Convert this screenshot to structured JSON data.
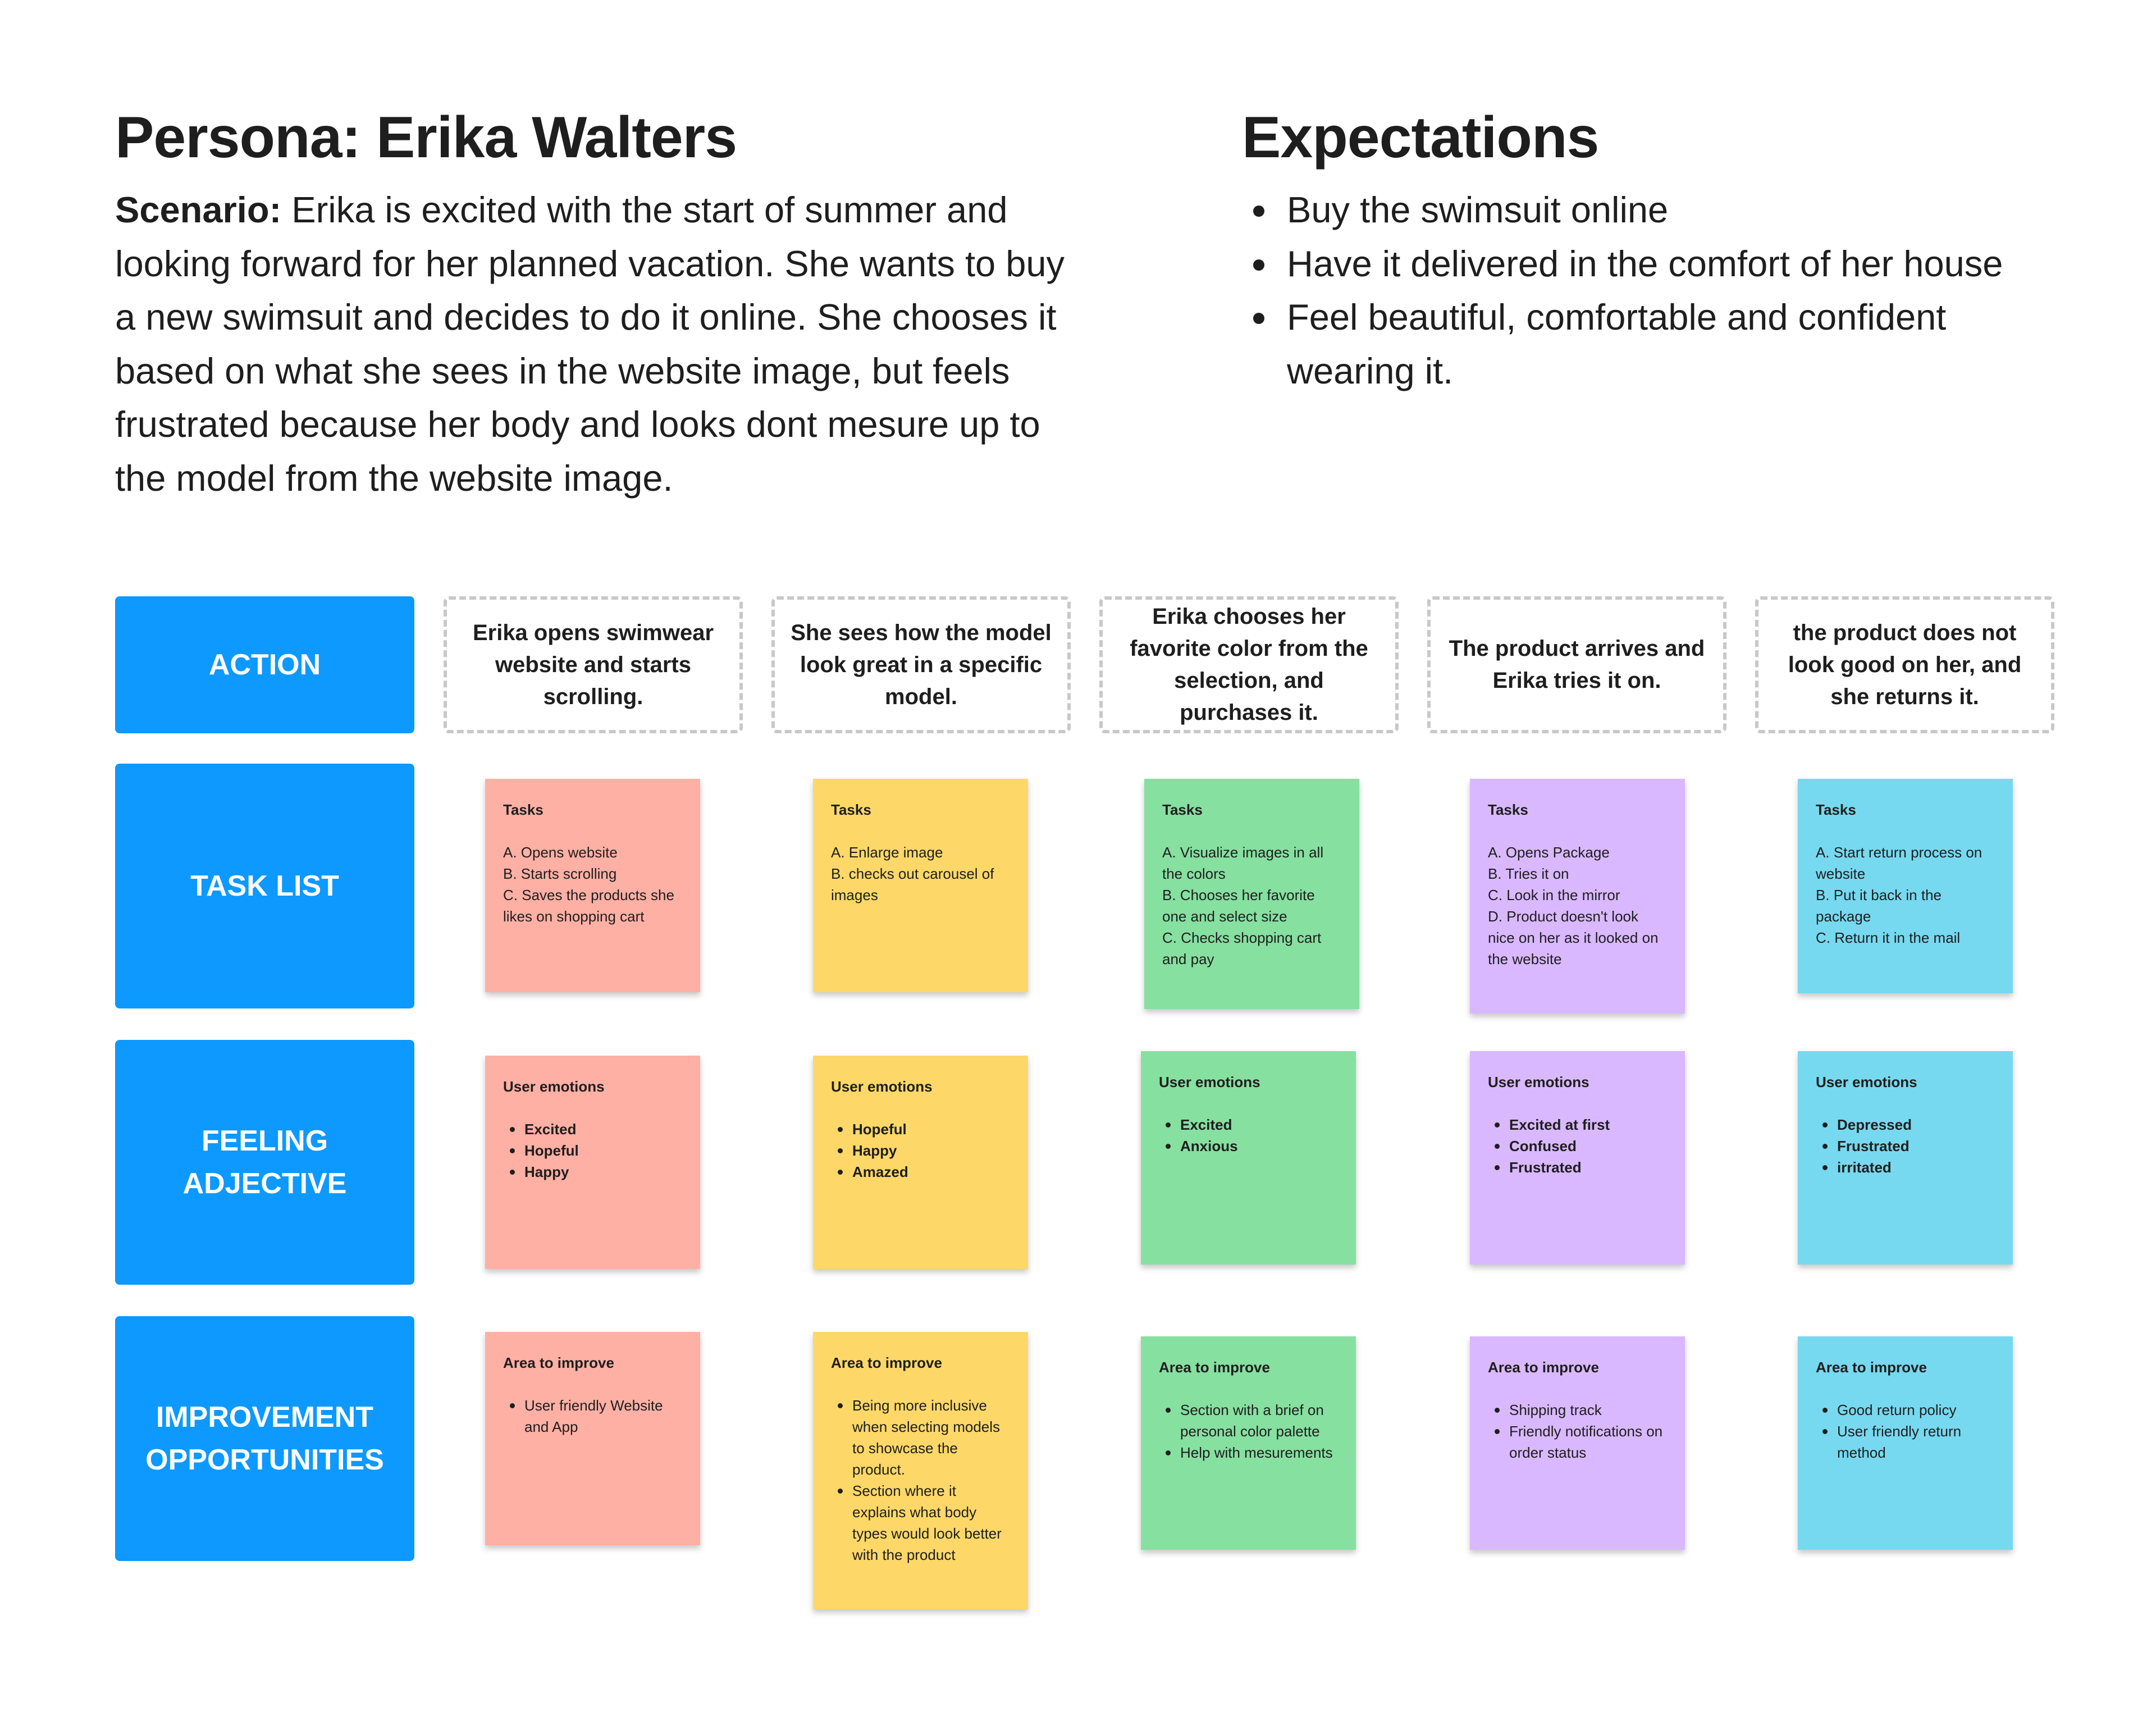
{
  "persona": {
    "title": "Persona: Erika Walters",
    "scenario_label": "Scenario:",
    "scenario_text": " Erika is excited with the start of summer and looking forward for her planned vacation. She wants to buy a new swimsuit and decides to do it online. She chooses it based on what she sees in the website image, but feels frustrated because her body and looks dont mesure up to the model from the website image."
  },
  "expectations": {
    "title": "Expectations",
    "items": [
      "Buy the swimsuit online",
      "Have it delivered in the comfort of her house",
      "Feel beautiful, comfortable and confident wearing it."
    ]
  },
  "row_labels": {
    "action": "ACTION",
    "task_list": "TASK LIST",
    "feeling": "FEELING\nADJECTIVE",
    "improvement": "IMPROVEMENT\nOPPORTUNITIES"
  },
  "actions": [
    "Erika opens swimwear website and starts scrolling.",
    "She sees how the model look great in a specific model.",
    "Erika chooses her favorite color from the selection, and purchases it.",
    "The product arrives and Erika tries it on.",
    "the product does not look good on her, and she returns it."
  ],
  "tasks": {
    "heading": "Tasks",
    "columns": [
      [
        "A. Opens website",
        "B. Starts scrolling",
        "C. Saves the products she likes on shopping cart"
      ],
      [
        "A. Enlarge image",
        "B. checks out carousel of images"
      ],
      [
        "A. Visualize images in all the colors",
        "B. Chooses her favorite one and select size",
        "C. Checks shopping cart and pay"
      ],
      [
        "A. Opens Package",
        "B. Tries it on",
        "C. Look in the mirror",
        "D. Product doesn't look nice on her as it looked on the website"
      ],
      [
        "A. Start return process on website",
        "B. Put it back in the package",
        "C. Return it in the mail"
      ]
    ]
  },
  "emotions": {
    "heading": "User emotions",
    "columns": [
      [
        "Excited",
        "Hopeful",
        "Happy"
      ],
      [
        "Hopeful",
        "Happy",
        "Amazed"
      ],
      [
        "Excited",
        "Anxious"
      ],
      [
        "Excited at first",
        "Confused",
        "Frustrated"
      ],
      [
        "Depressed",
        "Frustrated",
        "irritated"
      ]
    ]
  },
  "improvements": {
    "heading": "Area to improve",
    "columns": [
      [
        "User friendly Website and App"
      ],
      [
        "Being more inclusive when selecting models to showcase the product.",
        "Section where it explains what body types would look better with the product"
      ],
      [
        "Section with a brief on personal color palette",
        "Help with mesurements"
      ],
      [
        "Shipping track",
        "Friendly notifications on order status"
      ],
      [
        "Good return policy",
        "User friendly return method"
      ]
    ]
  },
  "colors": {
    "label_blue": "#0d99ff",
    "sticky_red": "#ffb0a4",
    "sticky_yellow": "#fdd868",
    "sticky_green": "#86e0a0",
    "sticky_purple": "#d9b8ff",
    "sticky_blue": "#76d9f0"
  }
}
